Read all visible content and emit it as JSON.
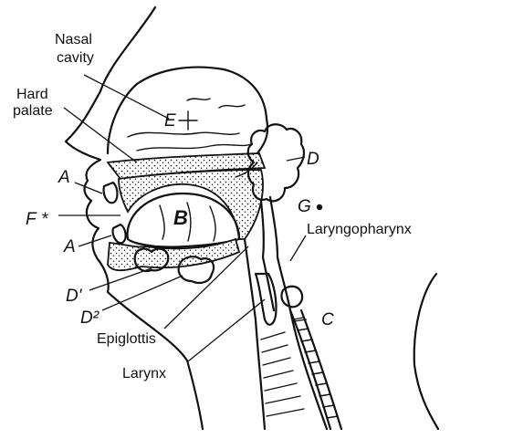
{
  "labels": {
    "nasal_1": "Nasal",
    "nasal_2": "cavity",
    "hard_1": "Hard",
    "hard_2": "palate",
    "laryngopharynx": "Laryngopharynx",
    "epiglottis": "Epiglottis",
    "larynx": "Larynx"
  },
  "letters": {
    "e": "E",
    "a_upper": "A",
    "a_lower": "A",
    "f": "F",
    "b": "B",
    "d": "D",
    "g": "G",
    "d1": "D'",
    "d2": "D²",
    "c": "C"
  }
}
